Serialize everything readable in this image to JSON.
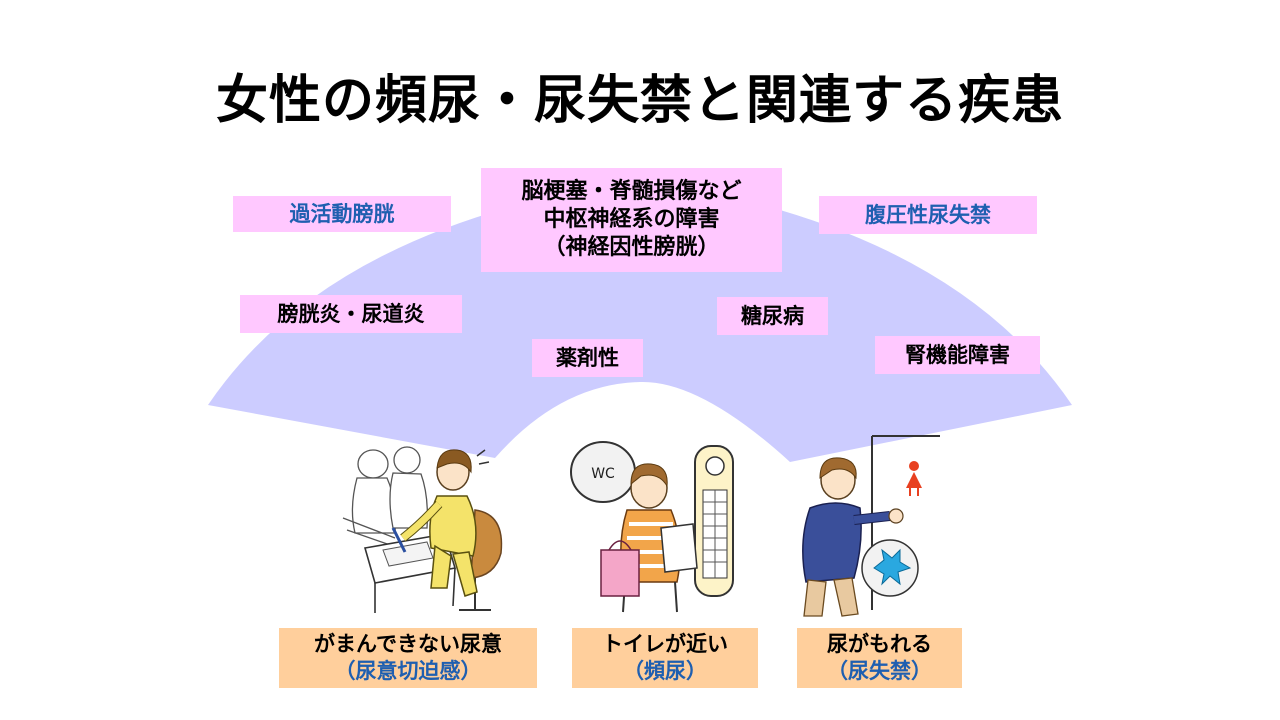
{
  "title": "女性の頻尿・尿失禁と関連する疾患",
  "diseases": {
    "overactive_bladder": "過活動膀胱",
    "cns_line1": "脳梗塞・脊髄損傷など",
    "cns_line2": "中枢神経系の障害",
    "cns_line3": "（神経因性膀胱）",
    "stress_incontinence": "腹圧性尿失禁",
    "cystitis": "膀胱炎・尿道炎",
    "medication": "薬剤性",
    "diabetes": "糖尿病",
    "renal": "腎機能障害"
  },
  "symptoms": [
    {
      "main": "がまんできない尿意",
      "sub": "（尿意切迫感）"
    },
    {
      "main": "トイレが近い",
      "sub": "（頻尿）"
    },
    {
      "main": "尿がもれる",
      "sub": "（尿失禁）"
    }
  ],
  "illustration_text": {
    "wc_bubble": "WC"
  },
  "colors": {
    "fan": "#ccccff",
    "disease_box": "#ffc8ff",
    "symptom_box": "#ffcf9c",
    "accent_text": "#1f5fb0"
  }
}
